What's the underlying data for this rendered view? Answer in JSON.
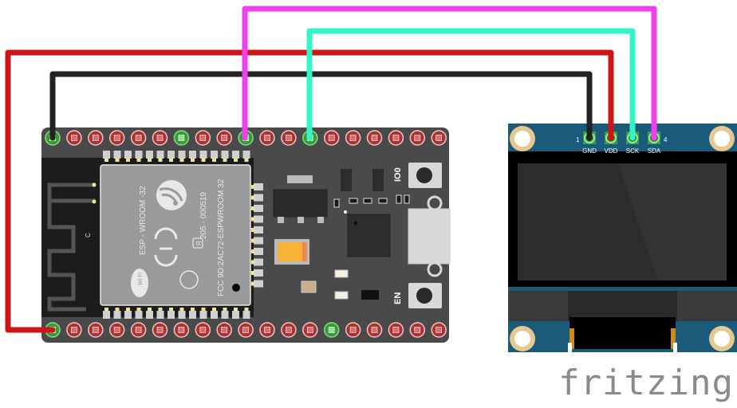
{
  "diagram": {
    "title": "ESP32 DevKit to I2C OLED wiring",
    "esp32": {
      "module_text": {
        "line1": "ESP - WROOM -32",
        "line2": "205 - 000519",
        "line3": "FCC 9D:2AC72-ESPWROOM 32",
        "mark_r": "R",
        "wifi": "Wi Fi"
      },
      "antenna_label": "C",
      "button_boot": "IO0",
      "button_en": "EN",
      "top_pin_count": 19,
      "bottom_pin_count": 19,
      "board_color": "#4a4a4a"
    },
    "oled": {
      "pins": [
        {
          "num": "1",
          "label": "GND"
        },
        {
          "label": "VDD"
        },
        {
          "label": "SCK"
        },
        {
          "label": "SDA",
          "num": "4"
        }
      ],
      "board_color": "#1a5a7a"
    },
    "wires": [
      {
        "name": "gnd",
        "color": "#222222",
        "from": "ESP32 top pin 1 (GND)",
        "to": "OLED GND"
      },
      {
        "name": "vdd",
        "color": "#cc1515",
        "from": "ESP32 bottom pin 1 (3V3)",
        "to": "OLED VDD"
      },
      {
        "name": "sck",
        "color": "#33f5c8",
        "from": "ESP32 top pin 13",
        "to": "OLED SCK"
      },
      {
        "name": "sda",
        "color": "#f040ee",
        "from": "ESP32 top pin 10",
        "to": "OLED SDA"
      }
    ],
    "logo": "fritzing"
  }
}
